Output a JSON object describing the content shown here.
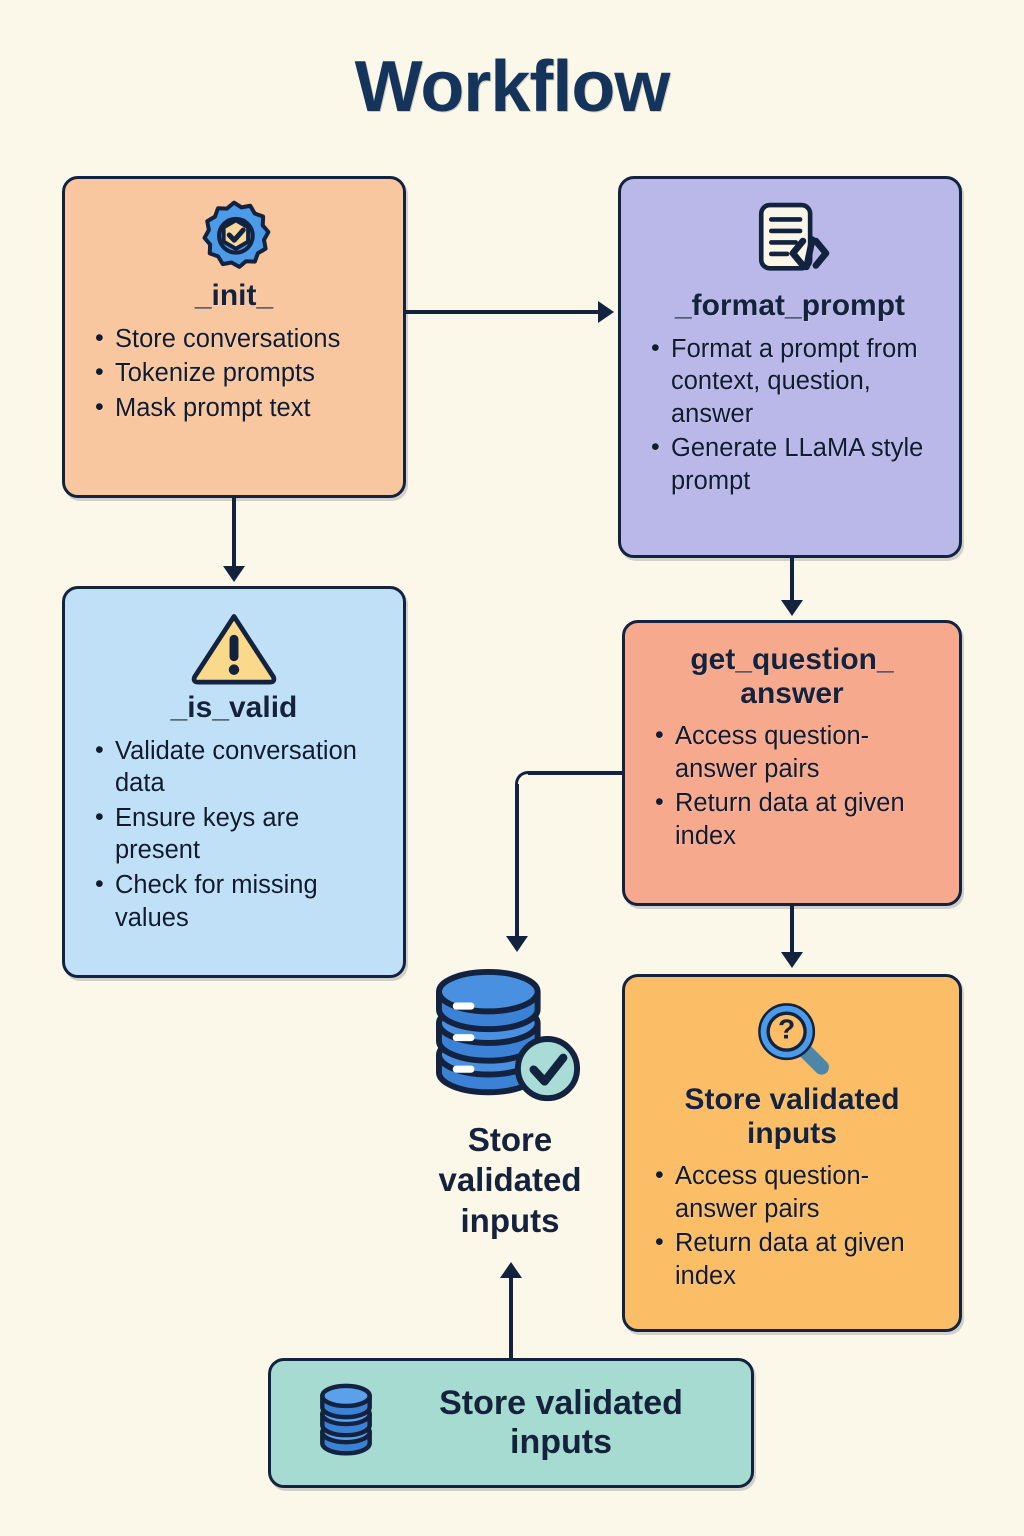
{
  "page": {
    "title": "Workflow",
    "background_color": "#FCF8E9",
    "ink_color": "#13233F"
  },
  "nodes": [
    {
      "id": "init",
      "title": "_init_",
      "icon": "gear-check-icon",
      "fill": "#F9C79F",
      "bullets": [
        "Store conversations",
        "Tokenize prompts",
        "Mask prompt text"
      ]
    },
    {
      "id": "format_prompt",
      "title": "_format_prompt",
      "icon": "document-code-icon",
      "fill": "#B9B8E8",
      "bullets": [
        "Format a prompt from context, question, answer",
        "Generate LLaMA style prompt"
      ]
    },
    {
      "id": "is_valid",
      "title": "_is_valid",
      "icon": "warning-triangle-icon",
      "fill": "#BFE0F6",
      "bullets": [
        "Validate conversation data",
        "Ensure keys are present",
        "Check for missing values"
      ]
    },
    {
      "id": "get_question_answer",
      "title": "get_question_\nanswer",
      "title_line1": "get_question_",
      "title_line2": "answer",
      "icon": "none",
      "fill": "#F7A98E",
      "bullets": [
        "Access question-answer pairs",
        "Return data at given index"
      ]
    },
    {
      "id": "store_validated_inputs_orange",
      "title": "Store validated inputs",
      "icon": "magnifier-question-icon",
      "fill": "#FBBE67",
      "bullets": [
        "Access question-answer pairs",
        "Return data at given index"
      ]
    },
    {
      "id": "store_validated_inputs_db",
      "title": "Store validated inputs",
      "icon": "database-check-icon",
      "fill": "none",
      "bullets": []
    },
    {
      "id": "store_validated_inputs_teal",
      "title": "Store validated inputs",
      "icon": "database-icon",
      "fill": "#A6DBD2",
      "bullets": []
    }
  ],
  "connectors": [
    {
      "from": "init",
      "to": "format_prompt",
      "direction": "right"
    },
    {
      "from": "init",
      "to": "is_valid",
      "direction": "down"
    },
    {
      "from": "format_prompt",
      "to": "get_question_answer",
      "direction": "down"
    },
    {
      "from": "get_question_answer",
      "to": "store_validated_inputs_db",
      "direction": "left-down"
    },
    {
      "from": "get_question_answer",
      "to": "store_validated_inputs_orange",
      "direction": "down"
    },
    {
      "from": "store_validated_inputs_teal",
      "to": "store_validated_inputs_db",
      "direction": "up"
    }
  ],
  "colors": {
    "gear_blue": "#4C9BE8",
    "gear_center": "#FAD79B",
    "warning_yellow": "#FAD98A",
    "database_blue": "#3B82D6",
    "database_light": "#5AA0EA",
    "badge_teal": "#A9DCD7",
    "doc_cream": "#FAF6E8",
    "magnifier_blue": "#4C9BE8",
    "magnifier_handle": "#4E86A8"
  }
}
